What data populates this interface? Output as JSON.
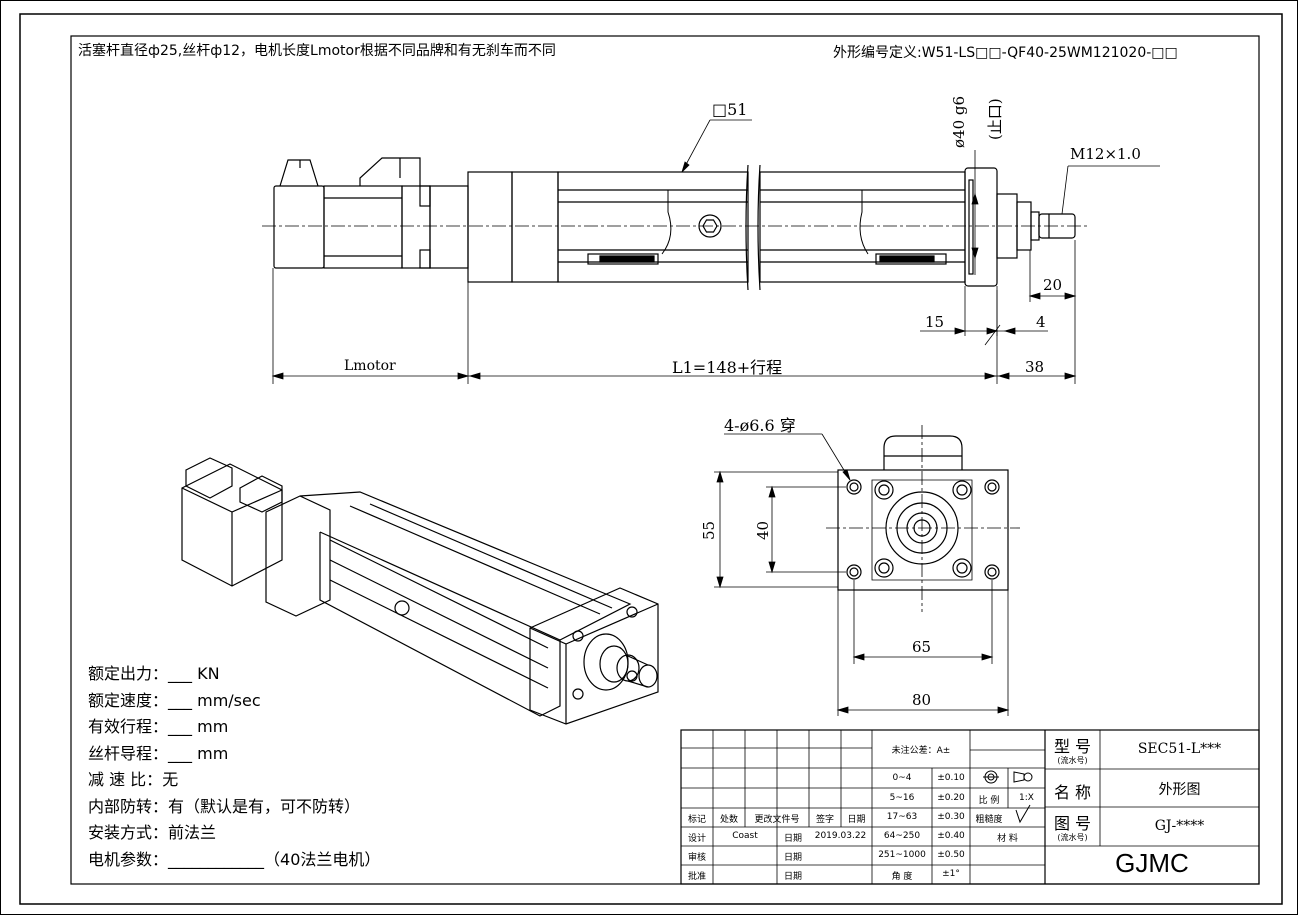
{
  "header": {
    "left_note": "活塞杆直径ф25,丝杆ф12，电机长度Lmotor根据不同品牌和有无刹车而不同",
    "right_note": "外形编号定义:W51-LS□□-QF40-25WM121020-□□"
  },
  "side_view": {
    "profile_label": "□51",
    "shaft_dia_label": "ø40  g6",
    "shaft_dia_note": "(止口)",
    "thread_label": "M12×1.0",
    "dim_20": "20",
    "dim_15": "15",
    "dim_4": "4",
    "motor_length_label": "Lmotor",
    "body_length_label": "L1=148+行程",
    "dim_38": "38"
  },
  "end_view": {
    "holes_label": "4-ø6.6 穿",
    "dim_55": "55",
    "dim_40": "40",
    "dim_65": "65",
    "dim_80": "80"
  },
  "params": [
    {
      "label": "额定出力：",
      "value": "___ KN"
    },
    {
      "label": "额定速度：",
      "value": "___ mm/sec"
    },
    {
      "label": "有效行程：",
      "value": "___ mm"
    },
    {
      "label": "丝杆导程：",
      "value": "___ mm"
    },
    {
      "label": "减 速 比：",
      "value": "无"
    },
    {
      "label": "内部防转：",
      "value": "有（默认是有，可不防转）"
    },
    {
      "label": "安装方式：",
      "value": "前法兰"
    },
    {
      "label": "电机参数：",
      "value": "____________（40法兰电机）"
    }
  ],
  "title_block": {
    "tolerance_title": "未注公差：A±",
    "tol_rows": [
      {
        "range": "0~4",
        "tol": "±0.10"
      },
      {
        "range": "5~16",
        "tol": "±0.20"
      },
      {
        "range": "17~63",
        "tol": "±0.30"
      },
      {
        "range": "64~250",
        "tol": "±0.40"
      },
      {
        "range": "251~1000",
        "tol": "±0.50"
      }
    ],
    "angle_label": "角  度",
    "angle_tol": "±1°",
    "scale_label": "比 例",
    "scale_value": "1:X",
    "roughness_label": "粗糙度",
    "material_label": "材  料",
    "rev_headers": [
      "标记",
      "处数",
      "更改文件号",
      "签字",
      "日期"
    ],
    "design_label": "设计",
    "designer": "Coast",
    "date_label": "日期",
    "design_date": "2019.03.22",
    "review_label": "审核",
    "review_date_label": "日期",
    "approve_label": "批准",
    "approve_date_label": "日期",
    "model_label": "型 号",
    "model_sub": "(流水号)",
    "model_value": "SEC51-L***",
    "name_label": "名 称",
    "name_value": "外形图",
    "drawing_no_label": "图 号",
    "drawing_no_sub": "(流水号)",
    "drawing_no_value": "GJ-****",
    "company": "GJMC"
  }
}
